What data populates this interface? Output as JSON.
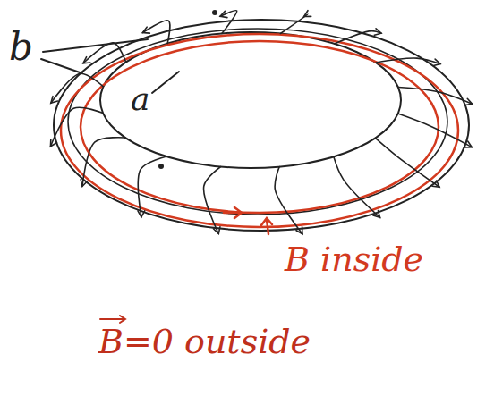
{
  "diagram": {
    "labels": [
      "b",
      "a",
      "B inside",
      "B=0 outside"
    ]
  }
}
